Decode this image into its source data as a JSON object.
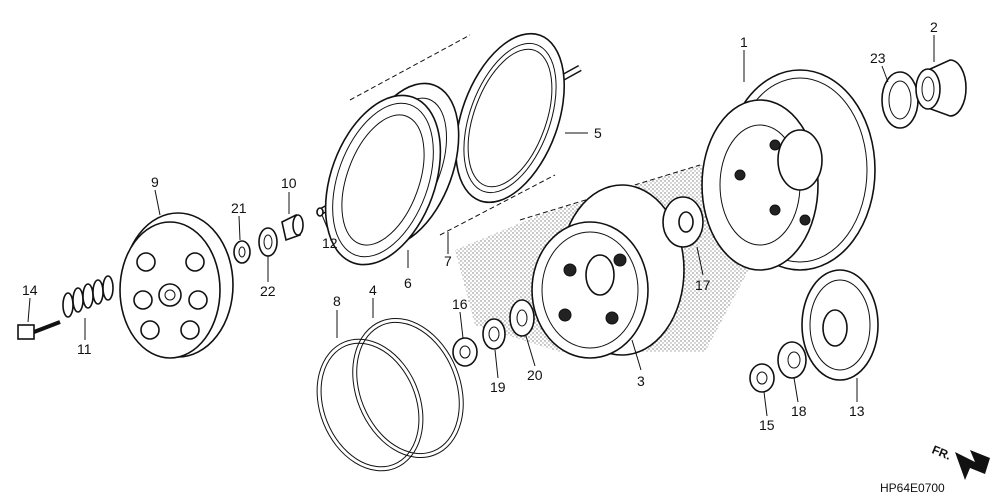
{
  "diagram_code": "HP64E0700",
  "direction_label": "FR.",
  "callouts": [
    {
      "id": "1",
      "text": "1"
    },
    {
      "id": "2",
      "text": "2"
    },
    {
      "id": "3",
      "text": "3"
    },
    {
      "id": "4",
      "text": "4"
    },
    {
      "id": "5",
      "text": "5"
    },
    {
      "id": "6",
      "text": "6"
    },
    {
      "id": "7",
      "text": "7"
    },
    {
      "id": "8",
      "text": "8"
    },
    {
      "id": "9",
      "text": "9"
    },
    {
      "id": "10",
      "text": "10"
    },
    {
      "id": "11",
      "text": "11"
    },
    {
      "id": "12",
      "text": "12"
    },
    {
      "id": "13",
      "text": "13"
    },
    {
      "id": "14",
      "text": "14"
    },
    {
      "id": "15",
      "text": "15"
    },
    {
      "id": "16",
      "text": "16"
    },
    {
      "id": "17",
      "text": "17"
    },
    {
      "id": "18",
      "text": "18"
    },
    {
      "id": "19",
      "text": "19"
    },
    {
      "id": "20",
      "text": "20"
    },
    {
      "id": "21",
      "text": "21"
    },
    {
      "id": "22",
      "text": "22"
    },
    {
      "id": "23",
      "text": "23"
    }
  ]
}
